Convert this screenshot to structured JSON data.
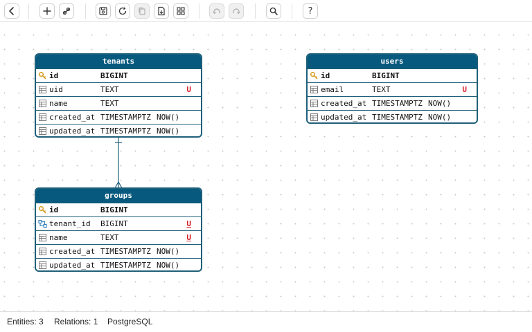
{
  "toolbar": {
    "buttons": [
      {
        "name": "back-button",
        "icon": "chevron-left-icon",
        "disabled": false
      },
      {
        "name": "add-entity-button",
        "icon": "plus-icon",
        "disabled": false
      },
      {
        "name": "add-relation-button",
        "icon": "link-icon",
        "disabled": false
      },
      {
        "name": "save-button",
        "icon": "floppy-disk-icon",
        "disabled": false
      },
      {
        "name": "refresh-button",
        "icon": "refresh-icon",
        "disabled": false
      },
      {
        "name": "copy-button",
        "icon": "copy-icon",
        "disabled": true
      },
      {
        "name": "export-button",
        "icon": "file-export-icon",
        "disabled": false
      },
      {
        "name": "layout-button",
        "icon": "grid-icon",
        "disabled": false
      },
      {
        "name": "undo-button",
        "icon": "undo-icon",
        "disabled": true
      },
      {
        "name": "redo-button",
        "icon": "redo-icon",
        "disabled": true
      },
      {
        "name": "search-button",
        "icon": "search-icon",
        "disabled": false
      },
      {
        "name": "help-button",
        "icon": "question-icon",
        "label": "?",
        "disabled": false
      }
    ]
  },
  "entities": {
    "tenants": {
      "title": "tenants",
      "columns": [
        {
          "name": "id",
          "type": "BIGINT",
          "default": "",
          "unique": "",
          "icon": "key-icon",
          "pk": true
        },
        {
          "name": "uid",
          "type": "TEXT",
          "default": "",
          "unique": "U",
          "icon": "column-icon",
          "pk": false
        },
        {
          "name": "name",
          "type": "TEXT",
          "default": "",
          "unique": "",
          "icon": "column-icon",
          "pk": false
        },
        {
          "name": "created_at",
          "type": "TIMESTAMPTZ",
          "default": "NOW()",
          "unique": "",
          "icon": "column-icon",
          "pk": false
        },
        {
          "name": "updated_at",
          "type": "TIMESTAMPTZ",
          "default": "NOW()",
          "unique": "",
          "icon": "column-icon",
          "pk": false
        }
      ]
    },
    "users": {
      "title": "users",
      "columns": [
        {
          "name": "id",
          "type": "BIGINT",
          "default": "",
          "unique": "",
          "icon": "key-icon",
          "pk": true
        },
        {
          "name": "email",
          "type": "TEXT",
          "default": "",
          "unique": "U",
          "icon": "column-icon",
          "pk": false
        },
        {
          "name": "created_at",
          "type": "TIMESTAMPTZ",
          "default": "NOW()",
          "unique": "",
          "icon": "column-icon",
          "pk": false
        },
        {
          "name": "updated_at",
          "type": "TIMESTAMPTZ",
          "default": "NOW()",
          "unique": "",
          "icon": "column-icon",
          "pk": false
        }
      ]
    },
    "groups": {
      "title": "groups",
      "columns": [
        {
          "name": "id",
          "type": "BIGINT",
          "default": "",
          "unique": "",
          "icon": "key-icon",
          "pk": true
        },
        {
          "name": "tenant_id",
          "type": "BIGINT",
          "default": "",
          "unique": "U",
          "unique_underlined": true,
          "icon": "foreign-key-icon",
          "pk": false
        },
        {
          "name": "name",
          "type": "TEXT",
          "default": "",
          "unique": "U",
          "unique_underlined": true,
          "icon": "column-icon",
          "pk": false
        },
        {
          "name": "created_at",
          "type": "TIMESTAMPTZ",
          "default": "NOW()",
          "unique": "",
          "icon": "column-icon",
          "pk": false
        },
        {
          "name": "updated_at",
          "type": "TIMESTAMPTZ",
          "default": "NOW()",
          "unique": "",
          "icon": "column-icon",
          "pk": false
        }
      ]
    }
  },
  "relations": [
    {
      "from": "tenants",
      "to": "groups",
      "from_cardinality": "one",
      "to_cardinality": "many"
    }
  ],
  "status": {
    "entities": "Entities: 3",
    "relations": "Relations: 1",
    "dialect": "PostgreSQL"
  },
  "colors": {
    "header": "#07597e",
    "border": "#1e5f7a",
    "unique": "#d6202a",
    "key": "#d49a1a"
  }
}
